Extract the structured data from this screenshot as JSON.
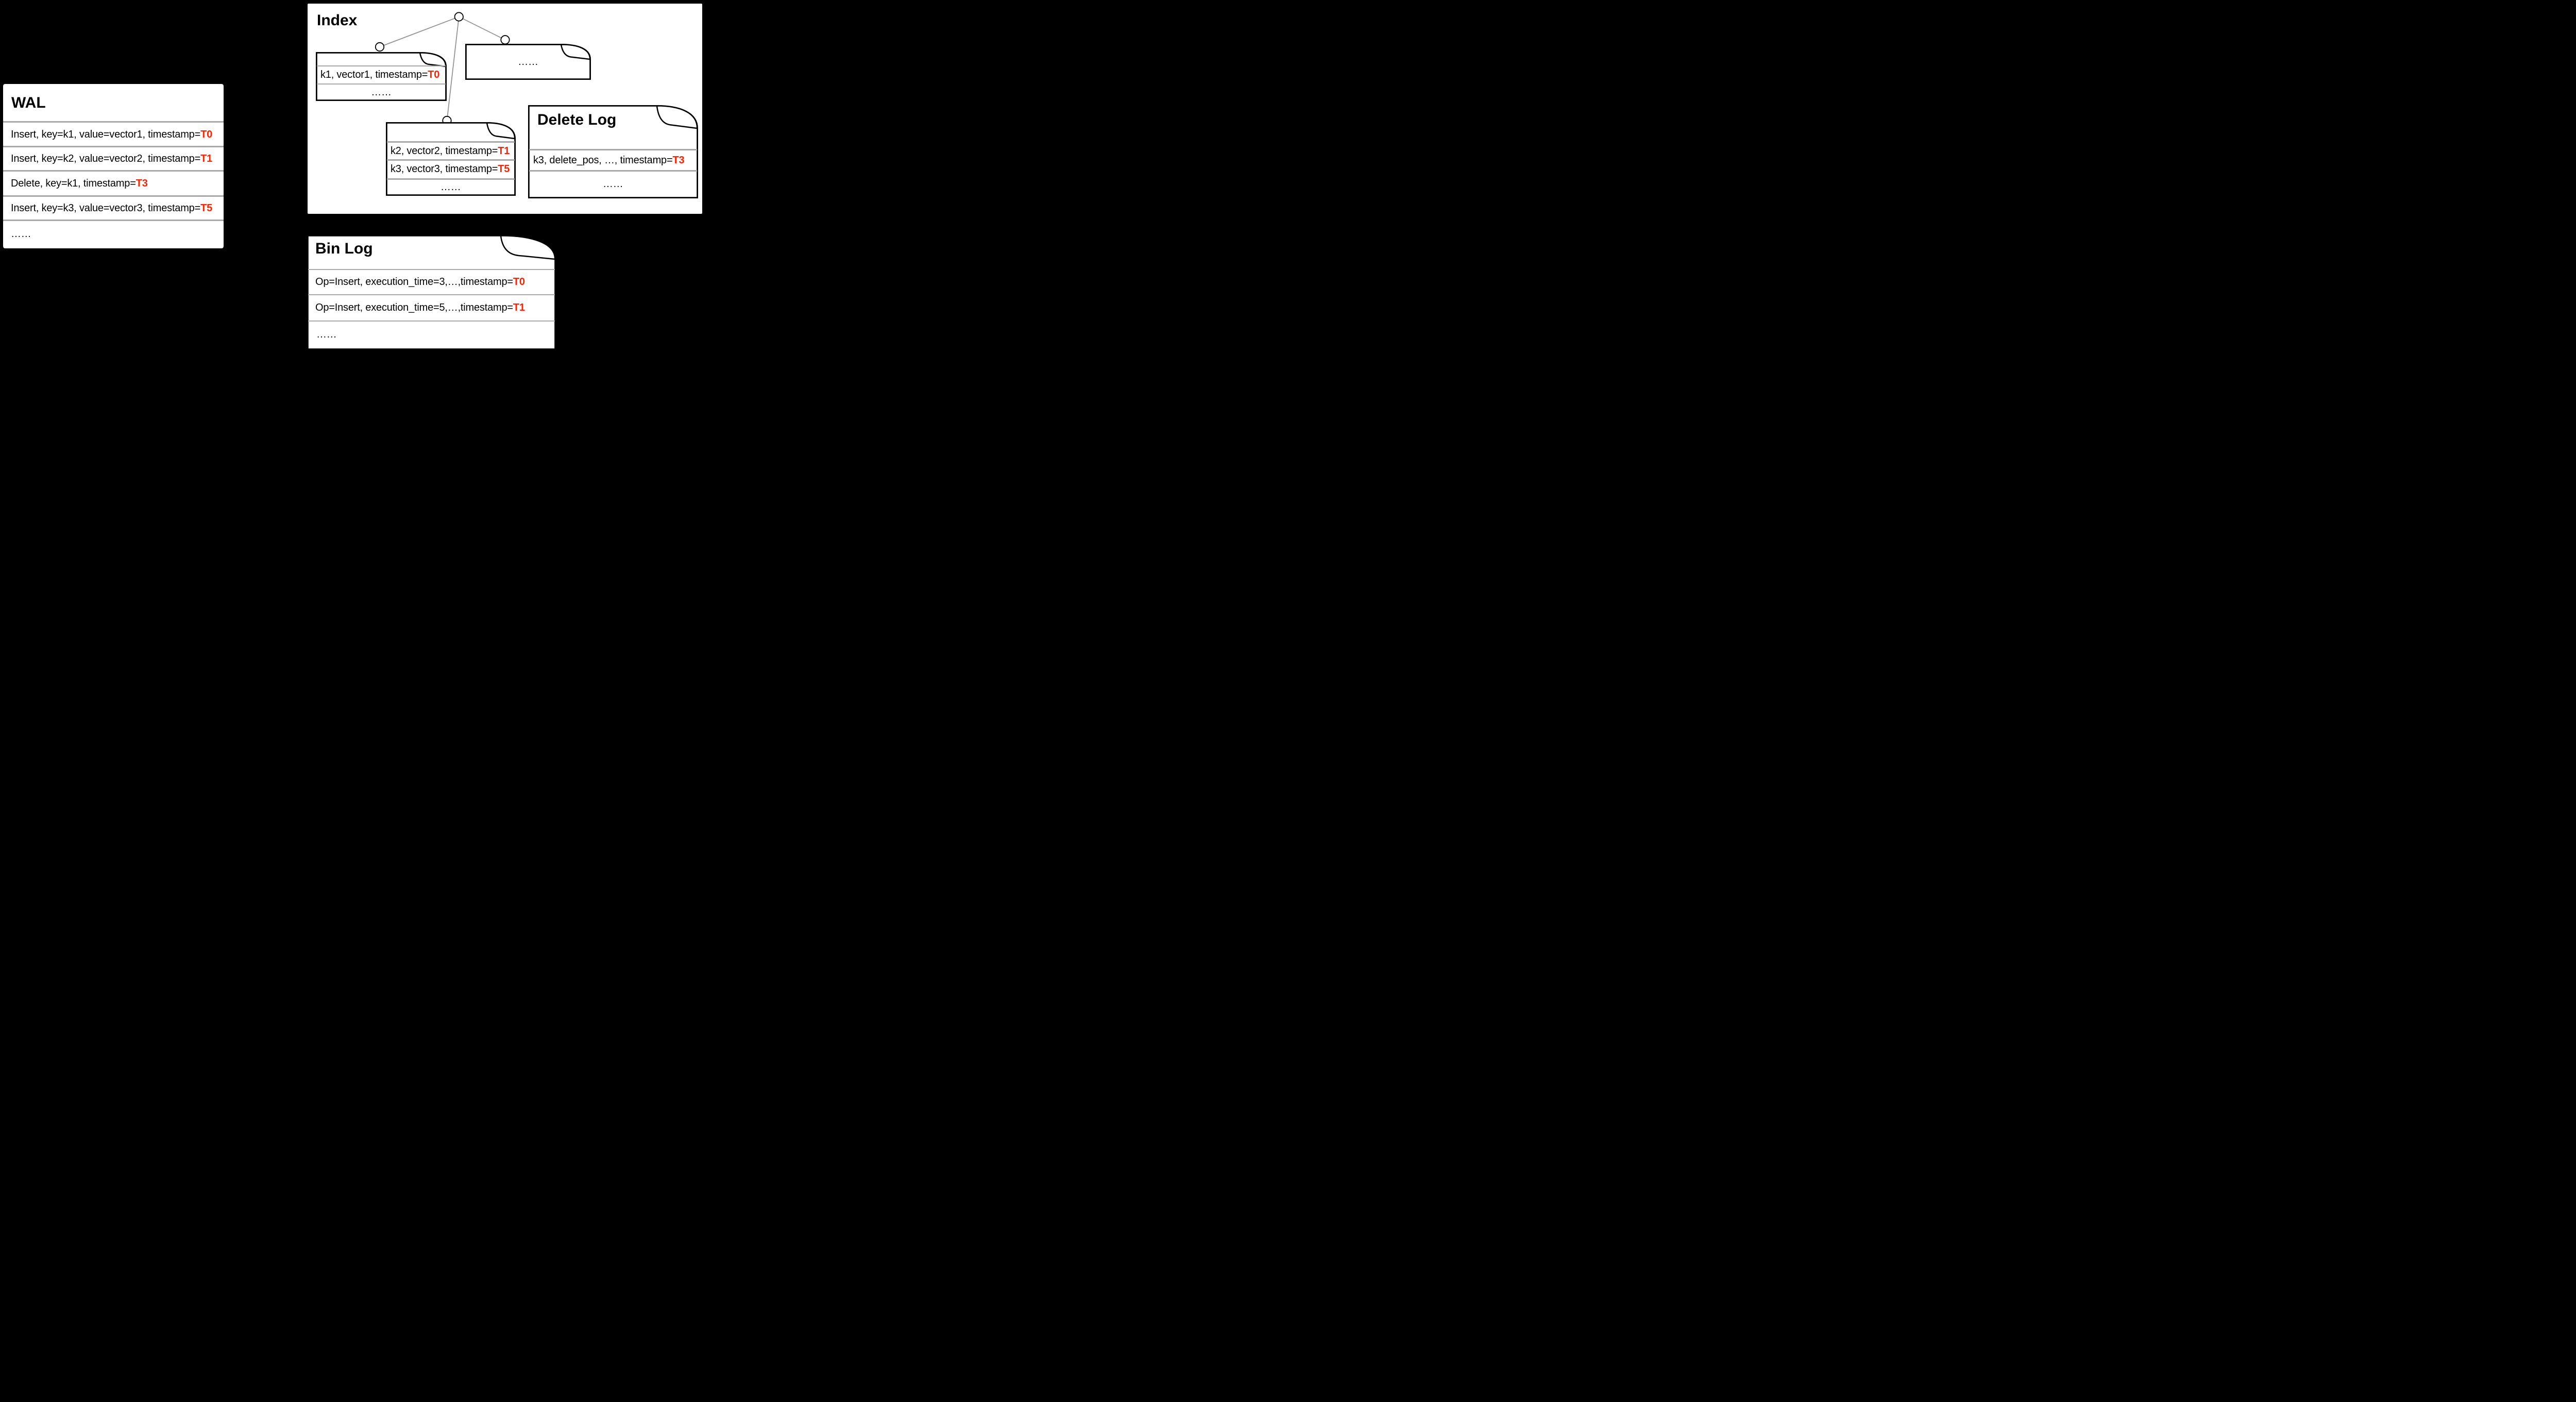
{
  "colors": {
    "background": "#000000",
    "surface": "#ffffff",
    "text": "#000000",
    "timestamp_accent": "#ff2200",
    "divider": "#a9a9a9",
    "tree_edge": "#949494",
    "doc_border": "#000000"
  },
  "wal": {
    "title": "WAL",
    "rows": [
      {
        "text": "Insert, key=k1, value=vector1, timestamp=",
        "timestamp": "T0"
      },
      {
        "text": "Insert, key=k2, value=vector2, timestamp=",
        "timestamp": "T1"
      },
      {
        "text": "Delete, key=k1, timestamp=",
        "timestamp": "T3"
      },
      {
        "text": "Insert, key=k3, value=vector3, timestamp=",
        "timestamp": "T5"
      },
      {
        "text": "……",
        "timestamp": ""
      }
    ]
  },
  "index": {
    "title": "Index",
    "segment1": {
      "rows": [
        {
          "text": "k1, vector1, timestamp=",
          "timestamp": "T0"
        },
        {
          "text": "……",
          "timestamp": ""
        }
      ]
    },
    "segment_more": {
      "rows": [
        {
          "text": "……",
          "timestamp": ""
        }
      ]
    },
    "segment2": {
      "rows": [
        {
          "text": "k2, vector2, timestamp=",
          "timestamp": "T1"
        },
        {
          "text": "k3, vector3, timestamp=",
          "timestamp": "T5"
        },
        {
          "text": "……",
          "timestamp": ""
        }
      ]
    }
  },
  "delete_log": {
    "title": "Delete Log",
    "rows": [
      {
        "text": "k3, delete_pos, …, timestamp=",
        "timestamp": "T3"
      },
      {
        "text": "……",
        "timestamp": ""
      }
    ]
  },
  "bin_log": {
    "title": "Bin Log",
    "rows": [
      {
        "text": "Op=Insert, execution_time=3,…,timestamp=",
        "timestamp": "T0"
      },
      {
        "text": "Op=Insert, execution_time=5,…,timestamp=",
        "timestamp": "T1"
      },
      {
        "text": "……",
        "timestamp": ""
      }
    ]
  }
}
